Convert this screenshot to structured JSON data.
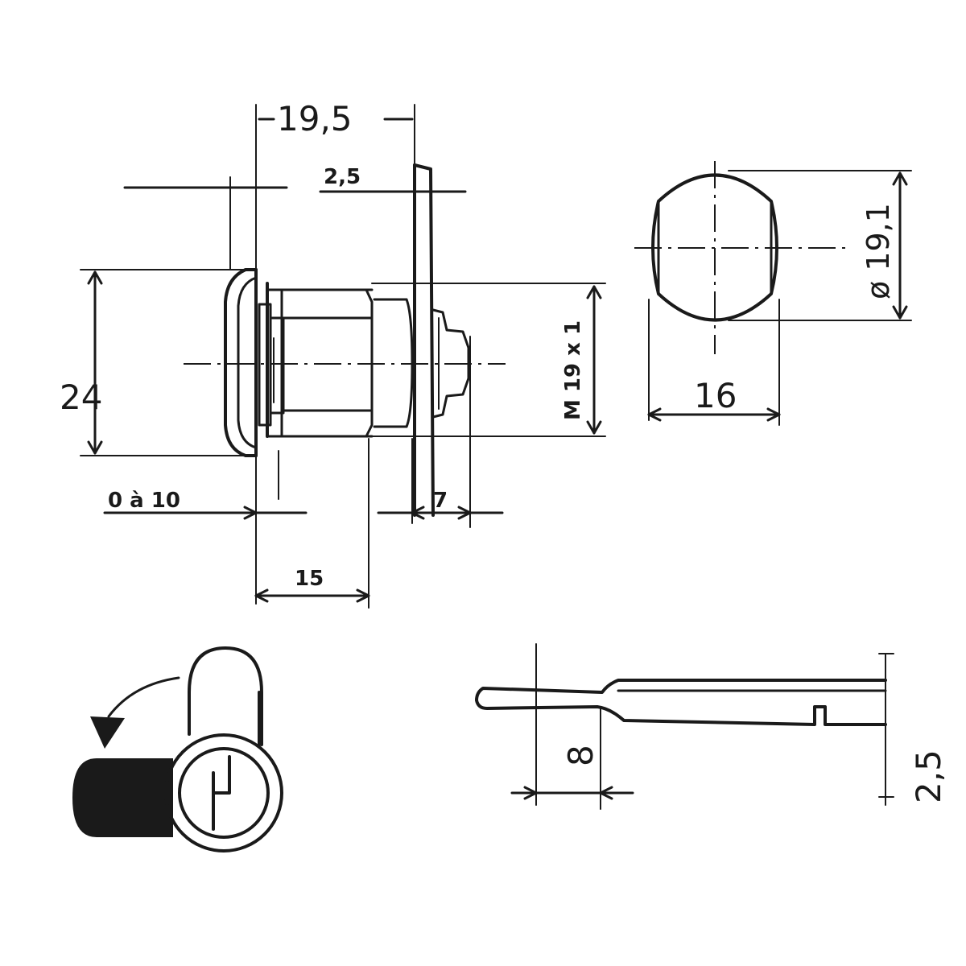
{
  "dimensions": {
    "overall_length": "19,5",
    "flange_thickness": "2,5",
    "height": "24",
    "panel_range": "0 à 10",
    "thread": "M 19 x 1",
    "spigot": "7",
    "body_length": "15",
    "diameter": "ø 19,1",
    "flat_width": "16",
    "cam_width": "8",
    "cam_thickness": "2,5"
  },
  "colors": {
    "line": "#1a1a1a",
    "background": "#ffffff"
  },
  "icons": [
    "rotation-arrow-icon",
    "padlock-icon",
    "key-cylinder-icon"
  ]
}
